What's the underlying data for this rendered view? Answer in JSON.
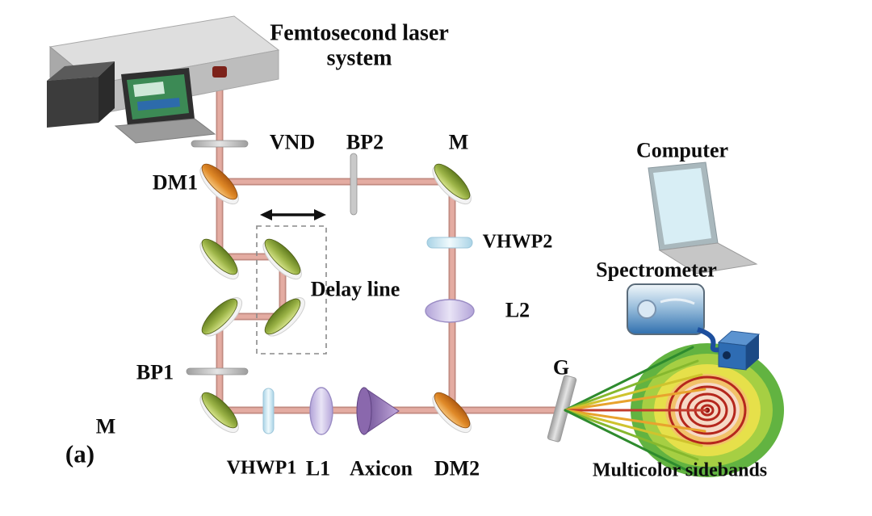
{
  "figure": {
    "panel_label": "(a)",
    "title": "Femtosecond laser system"
  },
  "labels": {
    "vnd": "VND",
    "bp2": "BP2",
    "m_top": "M",
    "dm1": "DM1",
    "delay_line": "Delay line",
    "vhwp2": "VHWP2",
    "l2": "L2",
    "computer": "Computer",
    "spectrometer": "Spectrometer",
    "bp1": "BP1",
    "m_bottom": "M",
    "vhwp1": "VHWP1",
    "l1": "L1",
    "axicon": "Axicon",
    "dm2": "DM2",
    "grating": "G",
    "multicolor_sidebands": "Multicolor sidebands"
  },
  "colors": {
    "beam": "#e4aca2",
    "beam_edge": "#c18a80",
    "mirror_green": "#8aa33a",
    "dichroic_orange": "#e08a28",
    "lens_lavender": "#c9bfe6",
    "waveplate_blue": "#cfe6f2",
    "axicon_purple": "#8a68ad",
    "filter_gray": "#b9b9b9",
    "cable_blue": "#1d4f9e",
    "sideband_green": "#62b341",
    "sideband_yellow": "#e6e04a",
    "sideband_red": "#b5271d"
  }
}
